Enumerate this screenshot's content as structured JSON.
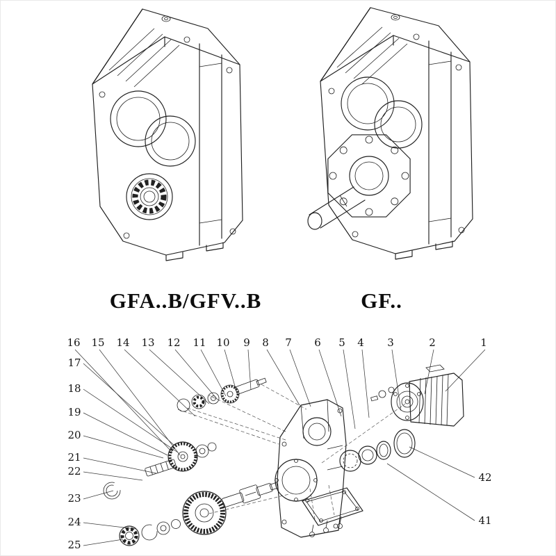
{
  "models": {
    "left_label": "GFA..B/GFV..B",
    "right_label": "GF.."
  },
  "exploded_view": {
    "top_numbers": [
      "16",
      "15",
      "14",
      "13",
      "12",
      "11",
      "10",
      "9",
      "8",
      "7",
      "6",
      "5",
      "4",
      "3",
      "2",
      "1"
    ],
    "left_numbers": [
      "17",
      "18",
      "19",
      "20",
      "21",
      "22",
      "23",
      "24",
      "25"
    ],
    "right_numbers": [
      "42",
      "41"
    ]
  },
  "colors": {
    "line": "#1f1f1f",
    "background": "#ffffff"
  }
}
